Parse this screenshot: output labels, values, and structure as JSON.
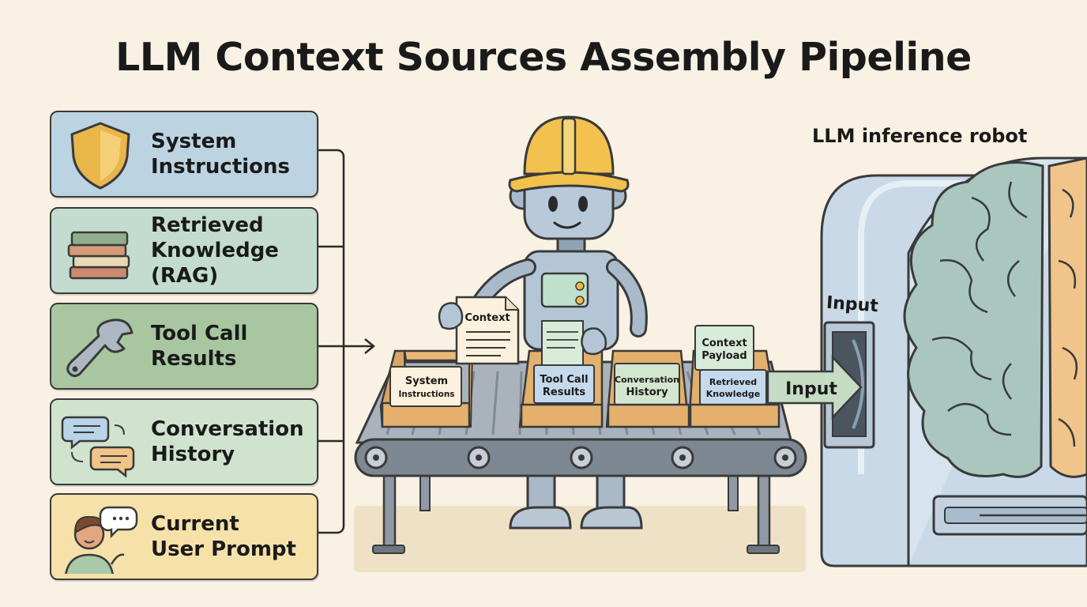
{
  "title": "LLM Context Sources Assembly Pipeline",
  "sources": [
    {
      "id": "system",
      "lines": [
        "System",
        "Instructions"
      ],
      "color": "#bcd3e1",
      "icon": "shield-icon"
    },
    {
      "id": "rag",
      "lines": [
        "Retrieved",
        "Knowledge",
        "(RAG)"
      ],
      "color": "#c3dccf",
      "icon": "books-icon"
    },
    {
      "id": "tools",
      "lines": [
        "Tool Call",
        "Results"
      ],
      "color": "#a8c7a1",
      "icon": "wrench-icon"
    },
    {
      "id": "history",
      "lines": [
        "Conversation",
        "History"
      ],
      "color": "#d0e3cf",
      "icon": "chat-bubbles-icon"
    },
    {
      "id": "prompt",
      "lines": [
        "Current",
        "User Prompt"
      ],
      "color": "#f6e1a9",
      "icon": "user-speaking-icon"
    }
  ],
  "context_doc_label": "Context",
  "trays": [
    {
      "lines": [
        "System",
        "Instructions"
      ]
    },
    {
      "lines": [
        "Tool Call",
        "Results"
      ]
    },
    {
      "lines": [
        "Conversation",
        "History"
      ]
    },
    {
      "lines": [
        "Retrieved",
        "Knowledge"
      ]
    }
  ],
  "payload_label": [
    "Context",
    "Payload"
  ],
  "arrow_label": "Input",
  "port_label": "Input",
  "robot_caption": "LLM inference robot"
}
